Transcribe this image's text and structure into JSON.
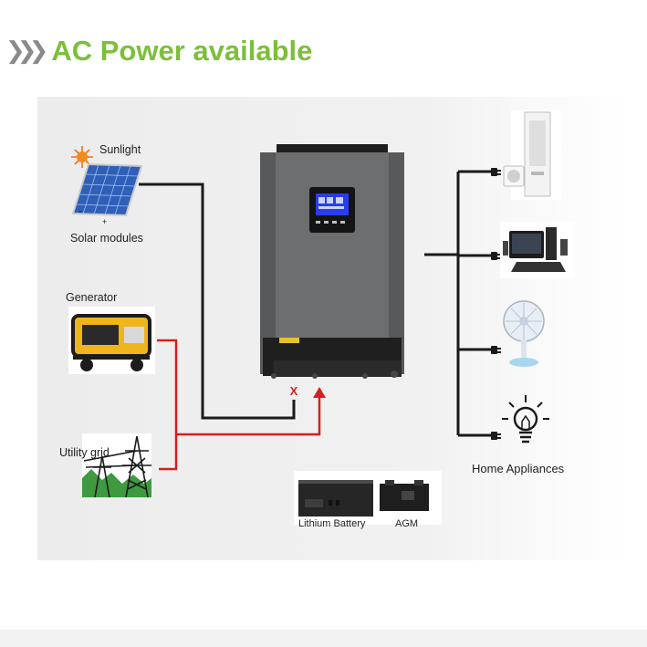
{
  "header": {
    "title": "AC Power available",
    "chevron_icon": "triple-chevron-right-icon"
  },
  "colors": {
    "title_green": "#7cbf3b",
    "dc_line": "#1a1a1a",
    "ac_line": "#d42020",
    "panel_bg": "#ececec"
  },
  "sources": {
    "sunlight_label": "Sunlight",
    "solar_label": "Solar modules",
    "solar_minus": "-",
    "solar_plus": "+",
    "generator_label": "Generator",
    "grid_label": "Utility grid"
  },
  "inverter": {
    "blocked_marker": "X"
  },
  "batteries": {
    "lithium_label": "Lithium Battery",
    "agm_label": "AGM"
  },
  "loads": {
    "label": "Home Appliances",
    "items": [
      "air-conditioner-icon",
      "computer-icon",
      "fan-icon",
      "light-bulb-icon"
    ]
  }
}
